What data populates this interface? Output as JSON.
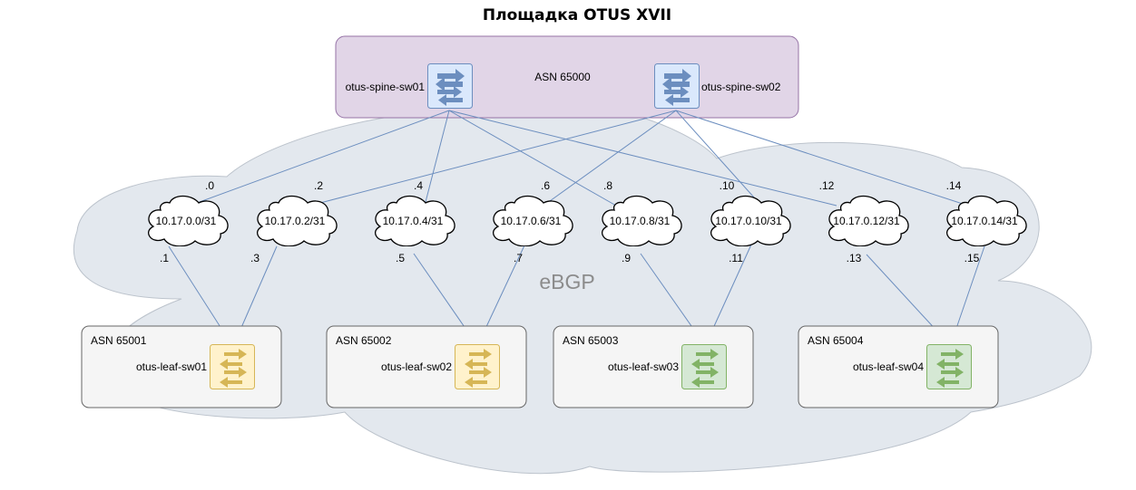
{
  "title": "Площадка OTUS XVII",
  "ebgp_label": "eBGP",
  "spine": {
    "asn_label": "ASN 65000",
    "sw01": "otus-spine-sw01",
    "sw02": "otus-spine-sw02"
  },
  "subnets": [
    {
      "name": "10.17.0.0/31",
      "upper": ".0",
      "lower": ".1"
    },
    {
      "name": "10.17.0.2/31",
      "upper": ".2",
      "lower": ".3"
    },
    {
      "name": "10.17.0.4/31",
      "upper": ".4",
      "lower": ".5"
    },
    {
      "name": "10.17.0.6/31",
      "upper": ".6",
      "lower": ".7"
    },
    {
      "name": "10.17.0.8/31",
      "upper": ".8",
      "lower": ".9"
    },
    {
      "name": "10.17.0.10/31",
      "upper": ".10",
      "lower": ".11"
    },
    {
      "name": "10.17.0.12/31",
      "upper": ".12",
      "lower": ".13"
    },
    {
      "name": "10.17.0.14/31",
      "upper": ".14",
      "lower": ".15"
    }
  ],
  "leaves": [
    {
      "asn": "ASN 65001",
      "name": "otus-leaf-sw01",
      "color": "yellow"
    },
    {
      "asn": "ASN 65002",
      "name": "otus-leaf-sw02",
      "color": "yellow"
    },
    {
      "asn": "ASN 65003",
      "name": "otus-leaf-sw03",
      "color": "green"
    },
    {
      "asn": "ASN 65004",
      "name": "otus-leaf-sw04",
      "color": "green"
    }
  ],
  "colors": {
    "cloud_fill": "#e3e8ee",
    "cloud_stroke": "#bcc3cc",
    "spine_box_fill": "#e1d5e7",
    "spine_box_stroke": "#9673a6",
    "leaf_box_fill": "#f5f5f5",
    "leaf_box_stroke": "#666666",
    "link": "#6c8ebf",
    "spine_switch_fill": "#dae8fc",
    "spine_switch_stroke": "#6c8ebf",
    "yellow_switch_fill": "#fff2cc",
    "yellow_switch_stroke": "#d6b656",
    "green_switch_fill": "#d5e8d4",
    "green_switch_stroke": "#82b366"
  }
}
